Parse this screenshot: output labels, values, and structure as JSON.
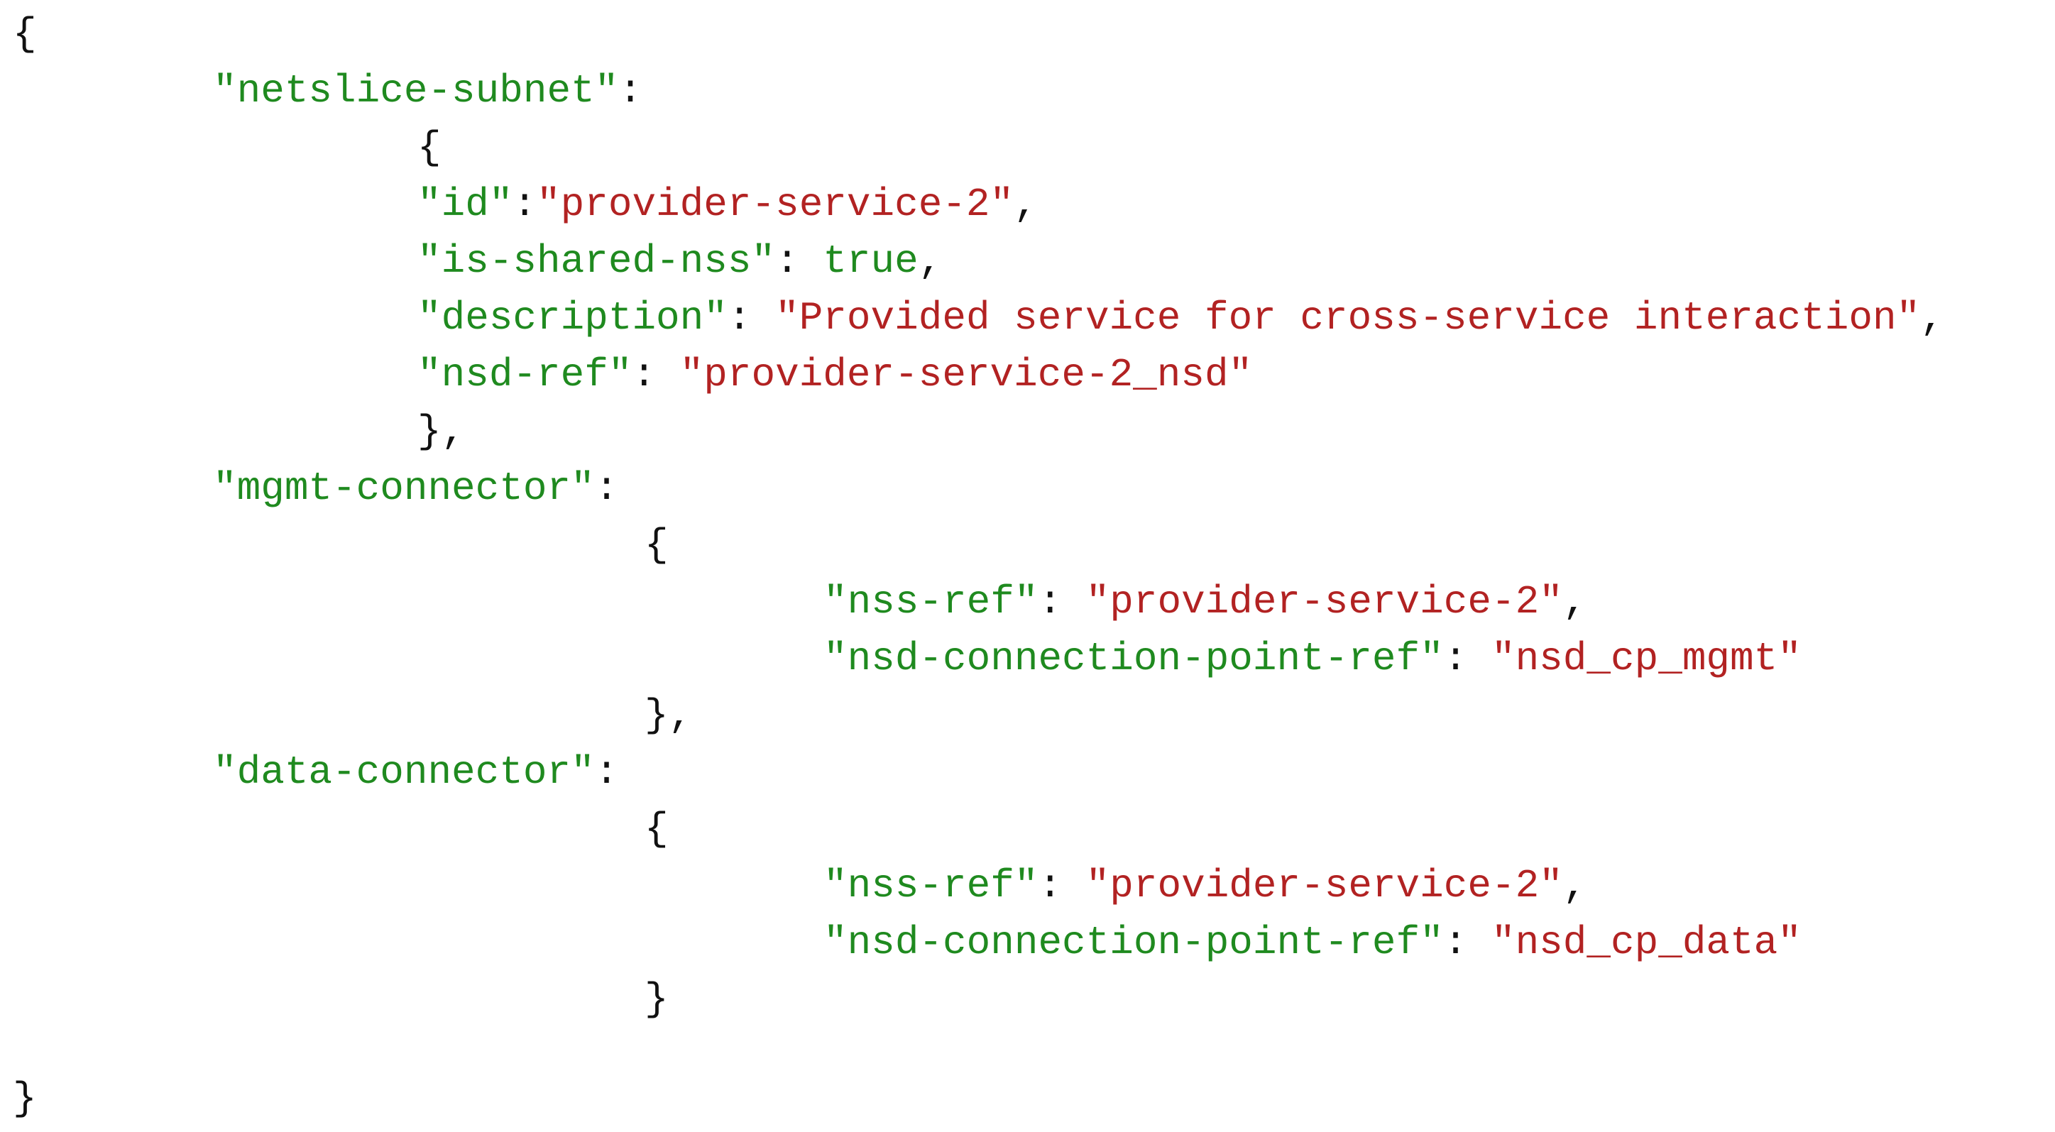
{
  "lines": [
    [
      {
        "t": "{",
        "c": "p"
      }
    ],
    [
      {
        "t": "\"netslice-subnet\"",
        "c": "k"
      },
      {
        "t": ":",
        "c": "p"
      }
    ],
    [
      {
        "t": "{",
        "c": "p"
      }
    ],
    [
      {
        "t": "\"id\"",
        "c": "k"
      },
      {
        "t": ":",
        "c": "p"
      },
      {
        "t": "\"provider-service-2\"",
        "c": "s"
      },
      {
        "t": ",",
        "c": "p"
      }
    ],
    [
      {
        "t": "\"is-shared-nss\"",
        "c": "k"
      },
      {
        "t": ": ",
        "c": "p"
      },
      {
        "t": "true",
        "c": "v"
      },
      {
        "t": ",",
        "c": "p"
      }
    ],
    [
      {
        "t": "\"description\"",
        "c": "k"
      },
      {
        "t": ": ",
        "c": "p"
      },
      {
        "t": "\"Provided service for cross-service interaction\"",
        "c": "s"
      },
      {
        "t": ",",
        "c": "p"
      }
    ],
    [
      {
        "t": "\"nsd-ref\"",
        "c": "k"
      },
      {
        "t": ": ",
        "c": "p"
      },
      {
        "t": "\"provider-service-2_nsd\"",
        "c": "s"
      }
    ],
    [
      {
        "t": "},",
        "c": "p"
      }
    ],
    [
      {
        "t": "\"mgmt-connector\"",
        "c": "k"
      },
      {
        "t": ":",
        "c": "p"
      }
    ],
    [
      {
        "t": "{",
        "c": "p"
      }
    ],
    [
      {
        "t": "\"nss-ref\"",
        "c": "k"
      },
      {
        "t": ": ",
        "c": "p"
      },
      {
        "t": "\"provider-service-2\"",
        "c": "s"
      },
      {
        "t": ",",
        "c": "p"
      }
    ],
    [
      {
        "t": "\"nsd-connection-point-ref\"",
        "c": "k"
      },
      {
        "t": ": ",
        "c": "p"
      },
      {
        "t": "\"nsd_cp_mgmt\"",
        "c": "s"
      }
    ],
    [
      {
        "t": "},",
        "c": "p"
      }
    ],
    [
      {
        "t": "\"data-connector\"",
        "c": "k"
      },
      {
        "t": ":",
        "c": "p"
      }
    ],
    [
      {
        "t": "{",
        "c": "p"
      }
    ],
    [
      {
        "t": "\"nss-ref\"",
        "c": "k"
      },
      {
        "t": ": ",
        "c": "p"
      },
      {
        "t": "\"provider-service-2\"",
        "c": "s"
      },
      {
        "t": ",",
        "c": "p"
      }
    ],
    [
      {
        "t": "\"nsd-connection-point-ref\"",
        "c": "k"
      },
      {
        "t": ": ",
        "c": "p"
      },
      {
        "t": "\"nsd_cp_data\"",
        "c": "s"
      }
    ],
    [
      {
        "t": "}",
        "c": "p"
      }
    ],
    [
      {
        "t": "}",
        "c": "p"
      }
    ]
  ],
  "colors": {
    "key": "#1f8a1f",
    "string": "#b22222",
    "punctuation": "#111111",
    "background": "#ffffff"
  }
}
